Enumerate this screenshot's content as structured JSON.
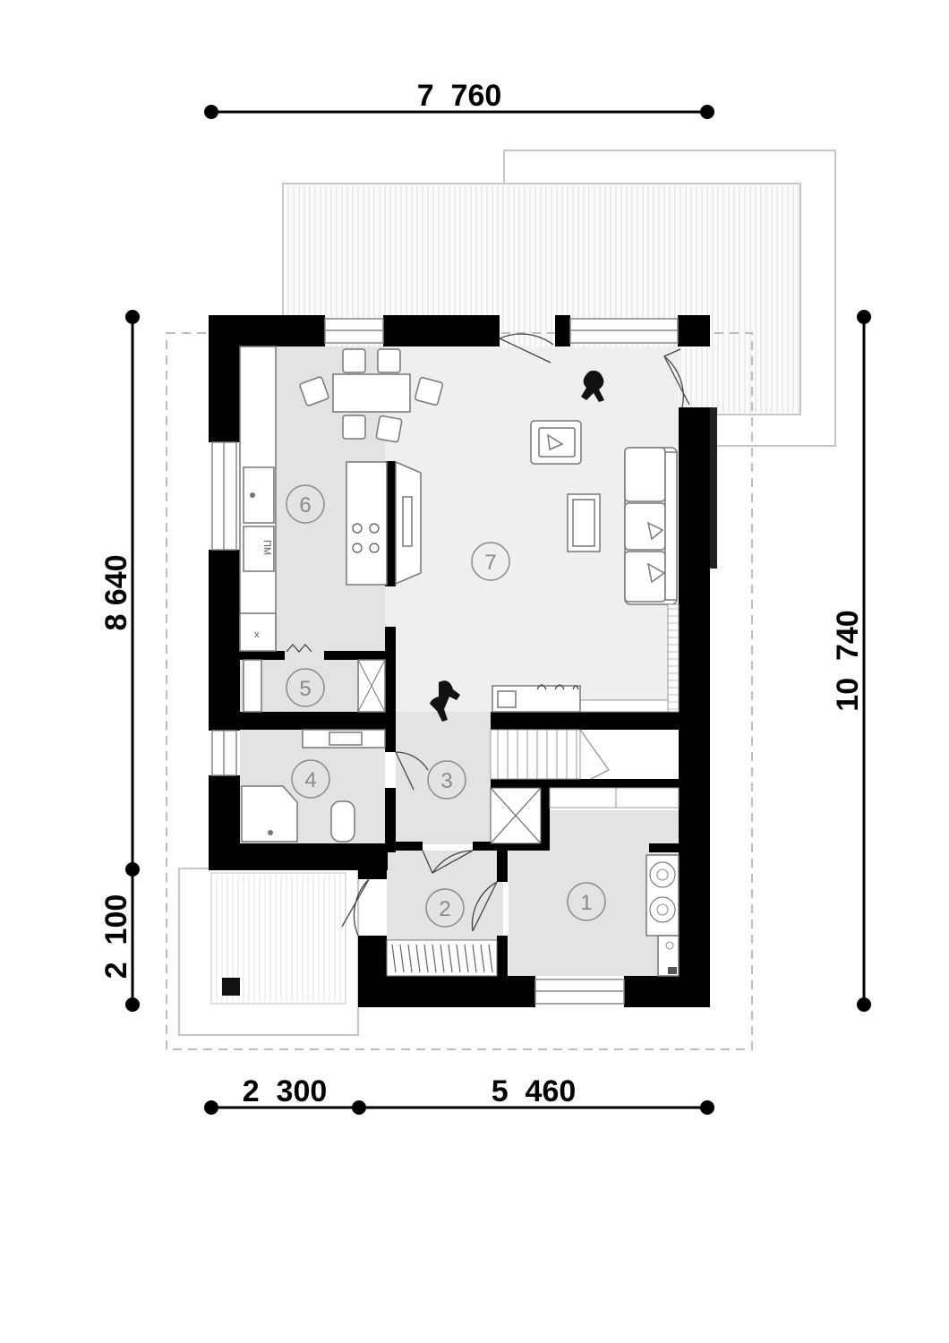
{
  "dimensions": {
    "top_width": "7  760",
    "left_upper": "8 640",
    "left_lower": "2  100",
    "right_total": "10  740",
    "bottom_left": "2  300",
    "bottom_right": "5  460"
  },
  "rooms": [
    {
      "number": "1"
    },
    {
      "number": "2"
    },
    {
      "number": "3"
    },
    {
      "number": "4"
    },
    {
      "number": "5"
    },
    {
      "number": "6"
    },
    {
      "number": "7"
    }
  ],
  "appliance_labels": {
    "dishwasher": "ПМ",
    "fridge": "x"
  },
  "colors": {
    "wall": "#000000",
    "room_floor": "#e3e3e3",
    "living_floor": "#efefef",
    "terrace_lines": "#cfcfcf",
    "room_number": "#8a8a8a"
  }
}
